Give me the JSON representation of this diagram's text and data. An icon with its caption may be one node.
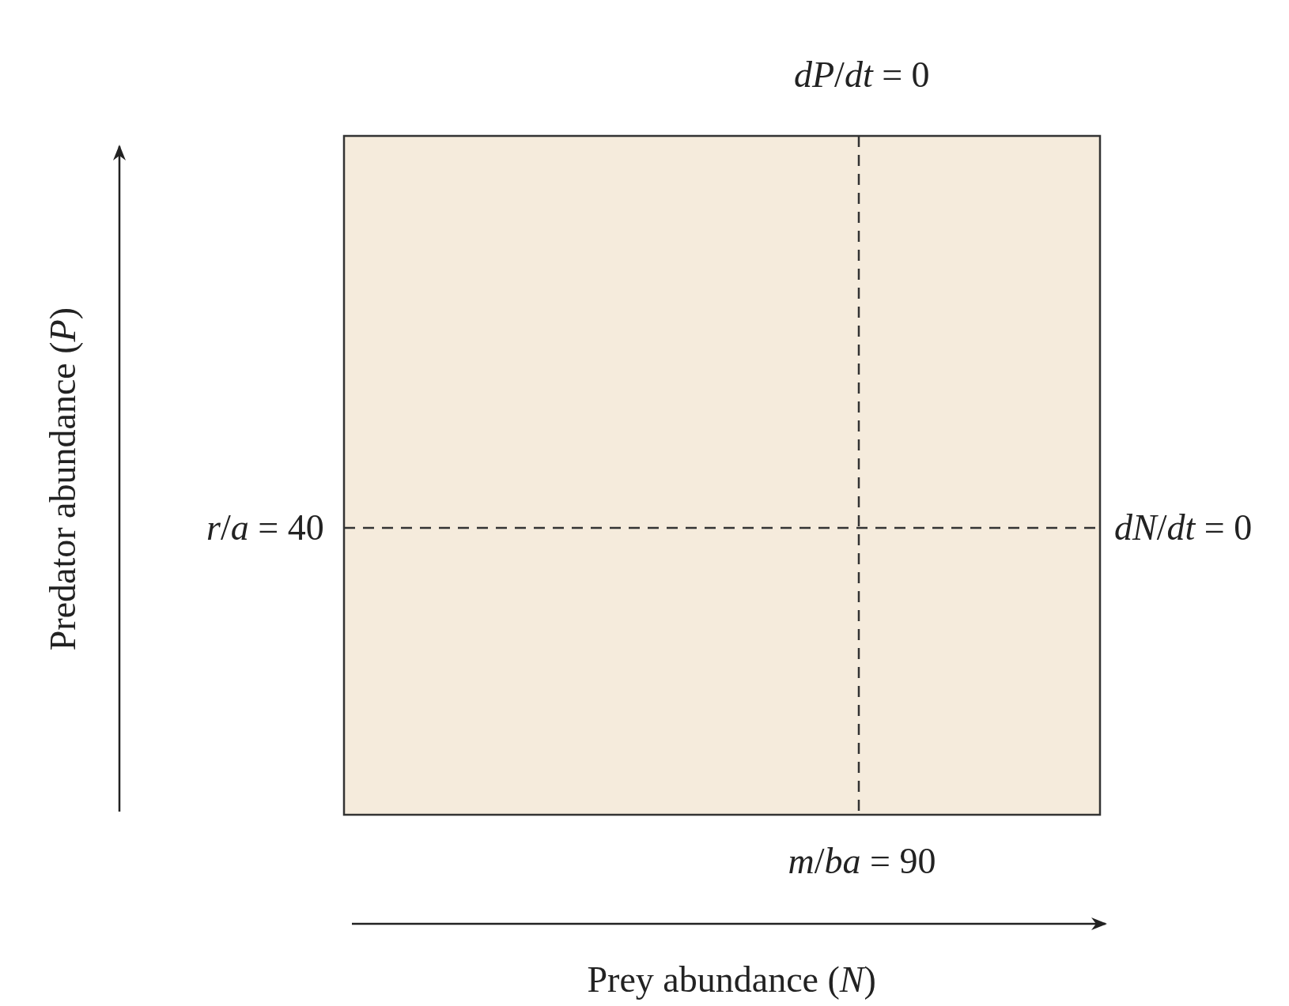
{
  "diagram": {
    "labels": [
      "*dP*/*dt* = 0",
      "*r*/*a* = 40",
      "*dN*/*dt* = 0",
      "*m*/*ba* = 90",
      "Predator abundance (*P*)",
      "Prey abundance (*N*)"
    ]
  }
}
